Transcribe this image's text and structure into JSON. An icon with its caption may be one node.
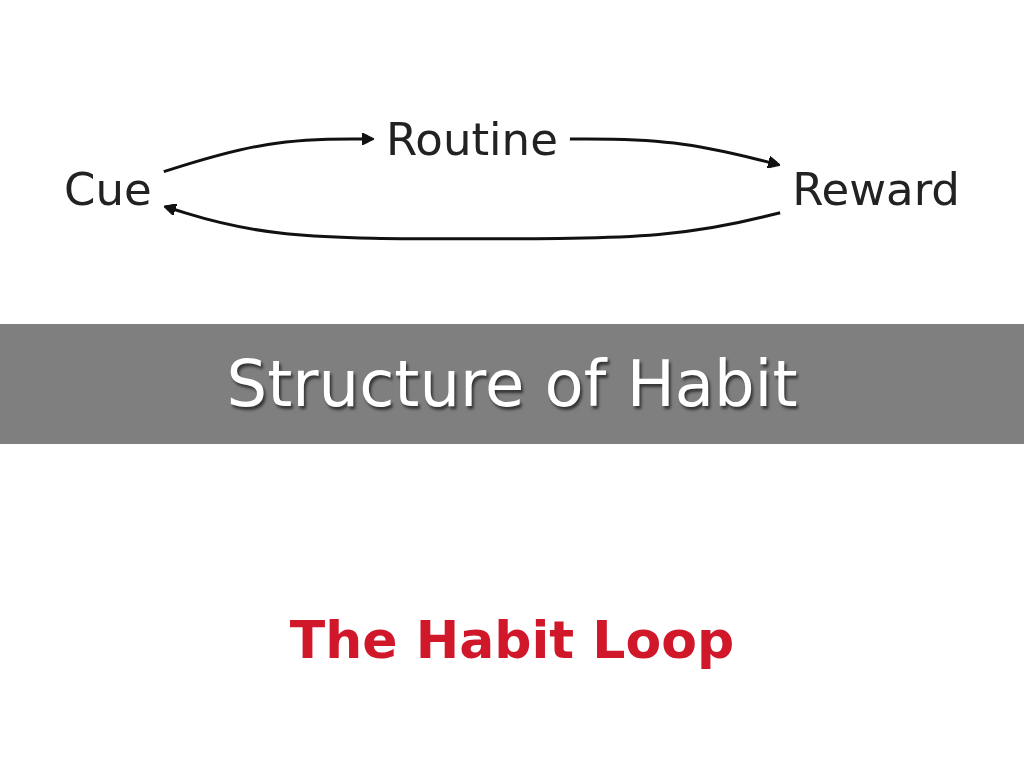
{
  "diagram": {
    "title": "Structure of Habit",
    "caption": "The Habit Loop",
    "nodes": [
      {
        "text": [
          "Cue"
        ]
      },
      {
        "text": [
          "Routine"
        ]
      },
      {
        "text": [
          "Reward"
        ]
      }
    ],
    "edges": [
      {
        "from": 0,
        "to": 1,
        "arrow": "to"
      },
      {
        "from": 1,
        "to": 2,
        "arrow": "to"
      },
      {
        "from": 2,
        "to": 0,
        "arrow": "to"
      }
    ]
  }
}
